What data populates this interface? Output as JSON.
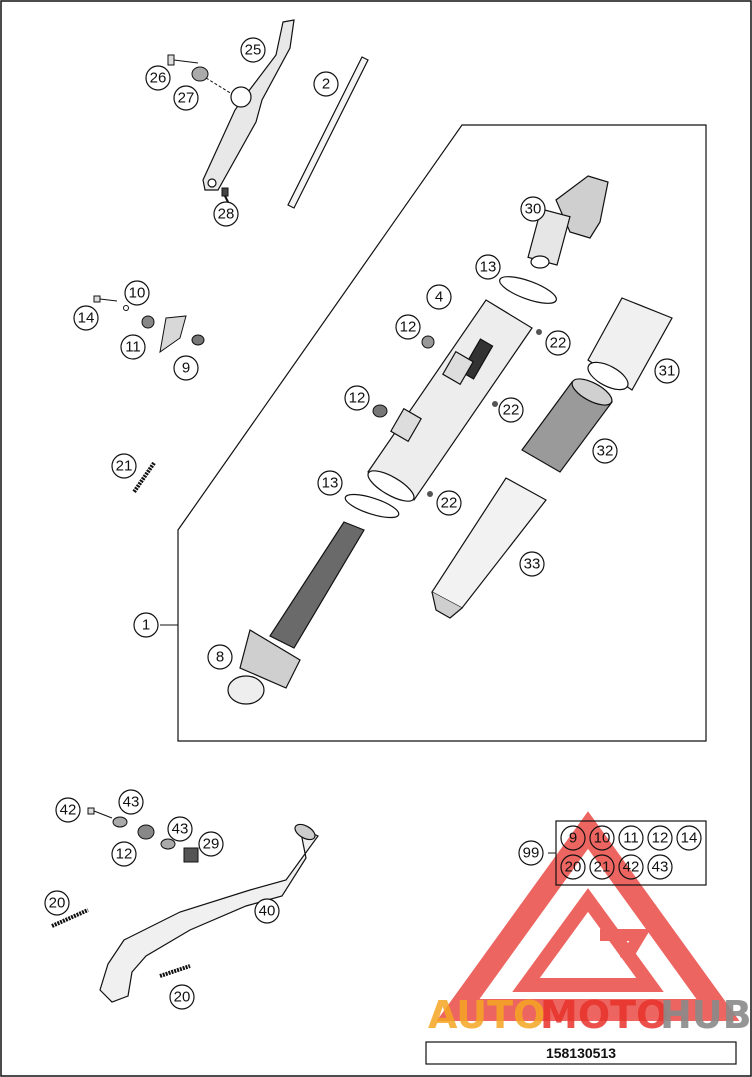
{
  "diagram": {
    "callouts": {
      "c25": "25",
      "c26": "26",
      "c27": "27",
      "c28": "28",
      "c2": "2",
      "c30": "30",
      "c13a": "13",
      "c4": "4",
      "c12a": "12",
      "c22a": "22",
      "c31": "31",
      "c10": "10",
      "c14": "14",
      "c11": "11",
      "c9": "9",
      "c12b": "12",
      "c22b": "22",
      "c32": "32",
      "c21": "21",
      "c13b": "13",
      "c22c": "22",
      "c33": "33",
      "c1": "1",
      "c8": "8",
      "c42": "42",
      "c43a": "43",
      "c43b": "43",
      "c29": "29",
      "c12c": "12",
      "c20a": "20",
      "c40": "40",
      "c20b": "20"
    },
    "kit": {
      "label": "99",
      "row1": [
        "9",
        "10",
        "11",
        "12",
        "14"
      ],
      "row2": [
        "20",
        "21",
        "42",
        "43"
      ]
    },
    "document_id": "158130513"
  },
  "watermark": {
    "brand_part1": "AUTO",
    "brand_part2": "MOTO",
    "brand_part3": "HUB",
    "color_orange": "#f5a623",
    "color_red": "#e8322c",
    "color_gray": "#8a8a8a"
  }
}
